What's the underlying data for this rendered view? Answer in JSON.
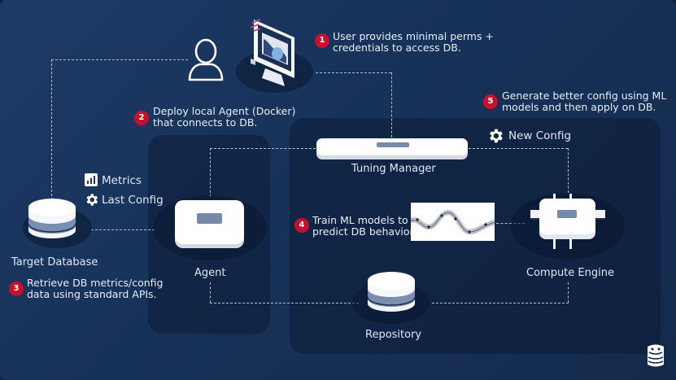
{
  "steps": [
    {
      "num": "1",
      "text_line1": "User provides minimal perms +",
      "text_line2": "credentials to access DB."
    },
    {
      "num": "2",
      "text_line1": "Deploy local Agent (Docker)",
      "text_line2": "that connects to DB."
    },
    {
      "num": "3",
      "text_line1": "Retrieve DB metrics/config",
      "text_line2": "data using standard APIs."
    },
    {
      "num": "4",
      "text_line1": "Train ML models to",
      "text_line2": "predict DB behavior."
    },
    {
      "num": "5",
      "text_line1": "Generate better config using ML",
      "text_line2": "models and then apply on DB."
    }
  ],
  "nodes": {
    "target_database": "Target Database",
    "agent": "Agent",
    "tuning_manager": "Tuning Manager",
    "compute_engine": "Compute Engine",
    "repository": "Repository"
  },
  "flows": {
    "metrics": "Metrics",
    "last_config": "Last Config",
    "new_config": "New Config"
  },
  "icons": {
    "user": "user-icon",
    "monitor": "monitor-icon",
    "metrics": "bar-chart-icon",
    "config": "gear-icon",
    "logo": "ottertune-logo-icon"
  },
  "colors": {
    "background": "#173259",
    "step_badge": "#c8102e",
    "connector": "#aebfd6",
    "slot": "#7589a8"
  }
}
